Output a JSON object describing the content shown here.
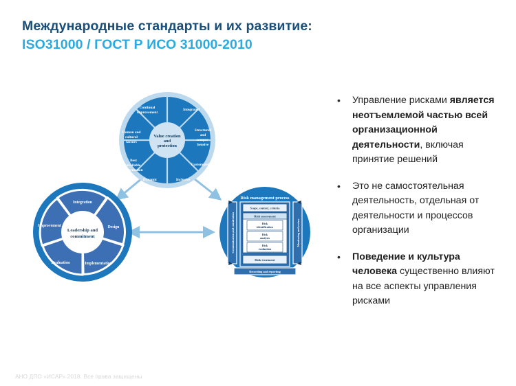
{
  "slide": {
    "title_line1": "Международные стандарты и их развитие:",
    "title_line2": "ISO31000 / ГОСТ Р ИСО 31000-2010",
    "footer": "АНО ДПО «ИСАР» 2018. Все права защищены",
    "colors": {
      "title_dark": "#1a4f7a",
      "title_cyan": "#29abe2",
      "circle_blue": "#1c77bd",
      "circle_blue_dark": "#14609c",
      "circle_blue_light": "#a9cfe8",
      "arrow_blue": "#8fc1e3",
      "text_dark": "#1f1f1f",
      "footer_gray": "#d8d8d8"
    }
  },
  "bullets": [
    {
      "marker": "•",
      "segments": [
        {
          "text": "Управление рисками ",
          "bold": false
        },
        {
          "text": "является неотъемлемой частью всей организационной деятельности",
          "bold": true
        },
        {
          "text": ", включая принятие решений",
          "bold": false
        }
      ]
    },
    {
      "marker": "•",
      "segments": [
        {
          "text": "Это не самостоятельная деятельность, отдельная от деятельности и процессов организации",
          "bold": false
        }
      ]
    },
    {
      "marker": "•",
      "segments": [
        {
          "text": "Поведение и культура человека",
          "bold": true
        },
        {
          "text": " существенно влияют на все аспекты управления рисками",
          "bold": false
        }
      ]
    }
  ],
  "diagram": {
    "principles_wheel": {
      "name": "ISO 31000 Principles",
      "center_label": [
        "Value creation",
        "and",
        "protection"
      ],
      "segments": [
        "Integrated",
        "Structured and comprehensive",
        "Customized",
        "Inclusive",
        "Dynamic",
        "Best available information",
        "Human and cultural factors",
        "Continual improvement"
      ]
    },
    "framework_wheel": {
      "name": "ISO 31000 Framework",
      "center_label": [
        "Leadership and",
        "commitment"
      ],
      "segments": [
        "Integration",
        "Design",
        "Implementation",
        "Evaluation",
        "Improvement"
      ]
    },
    "process_diagram": {
      "name": "Risk management process",
      "title": "Risk management process",
      "left_band": "Communication and consultation",
      "right_band": "Monitoring and review",
      "bottom_band": "Recording and reporting",
      "top_box": "Scope, context, criteria",
      "assessment_title": "Risk assessment",
      "assessment_steps": [
        "Risk identification",
        "Risk analysis",
        "Risk evaluation"
      ],
      "bottom_box": "Risk treatment"
    },
    "arrows": [
      {
        "name": "principles-to-framework-arrow"
      },
      {
        "name": "principles-to-process-arrow"
      },
      {
        "name": "framework-to-process-arrow"
      }
    ]
  }
}
